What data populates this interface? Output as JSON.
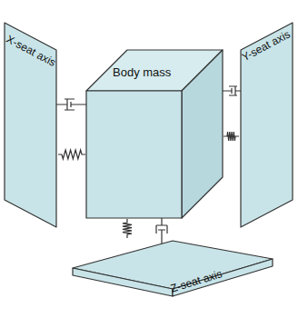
{
  "diagram": {
    "nodes": [
      {
        "text": [
          "X-seat axis"
        ]
      },
      {
        "text": [
          "Y-seat axis"
        ]
      },
      {
        "text": [
          "Body mass"
        ]
      },
      {
        "text": [
          "Z-seat axis"
        ]
      }
    ],
    "edges": [
      {
        "from": 0,
        "to": 2,
        "arrow": "none"
      },
      {
        "from": 1,
        "to": 2,
        "arrow": "none"
      },
      {
        "from": 3,
        "to": 2,
        "arrow": "none"
      }
    ]
  }
}
